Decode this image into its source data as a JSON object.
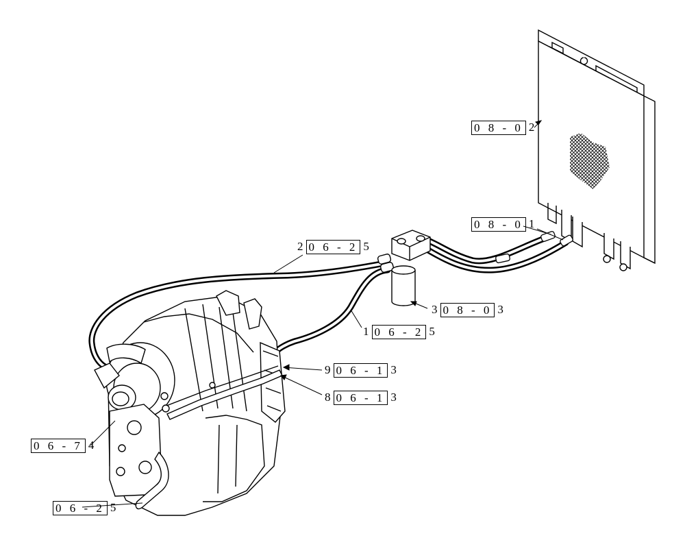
{
  "callouts": {
    "c_0802": {
      "ref": "0 8 - 0",
      "suffix": "2"
    },
    "c_0801": {
      "ref": "0 8 - 0",
      "suffix": "1"
    },
    "c_2": {
      "number": "2",
      "ref": "0 6 - 2",
      "suffix": "5"
    },
    "c_3": {
      "number": "3",
      "ref": "0 8 - 0",
      "suffix": "3"
    },
    "c_1": {
      "number": "1",
      "ref": "0 6 - 2",
      "suffix": "5"
    },
    "c_9": {
      "number": "9",
      "ref": "0 6 - 1",
      "suffix": "3"
    },
    "c_8": {
      "number": "8",
      "ref": "0 6 - 1",
      "suffix": "3"
    },
    "c_0674": {
      "ref": "0 6 - 7",
      "suffix": "4"
    },
    "c_0625": {
      "ref": "0 6 - 2",
      "suffix": "5"
    }
  }
}
